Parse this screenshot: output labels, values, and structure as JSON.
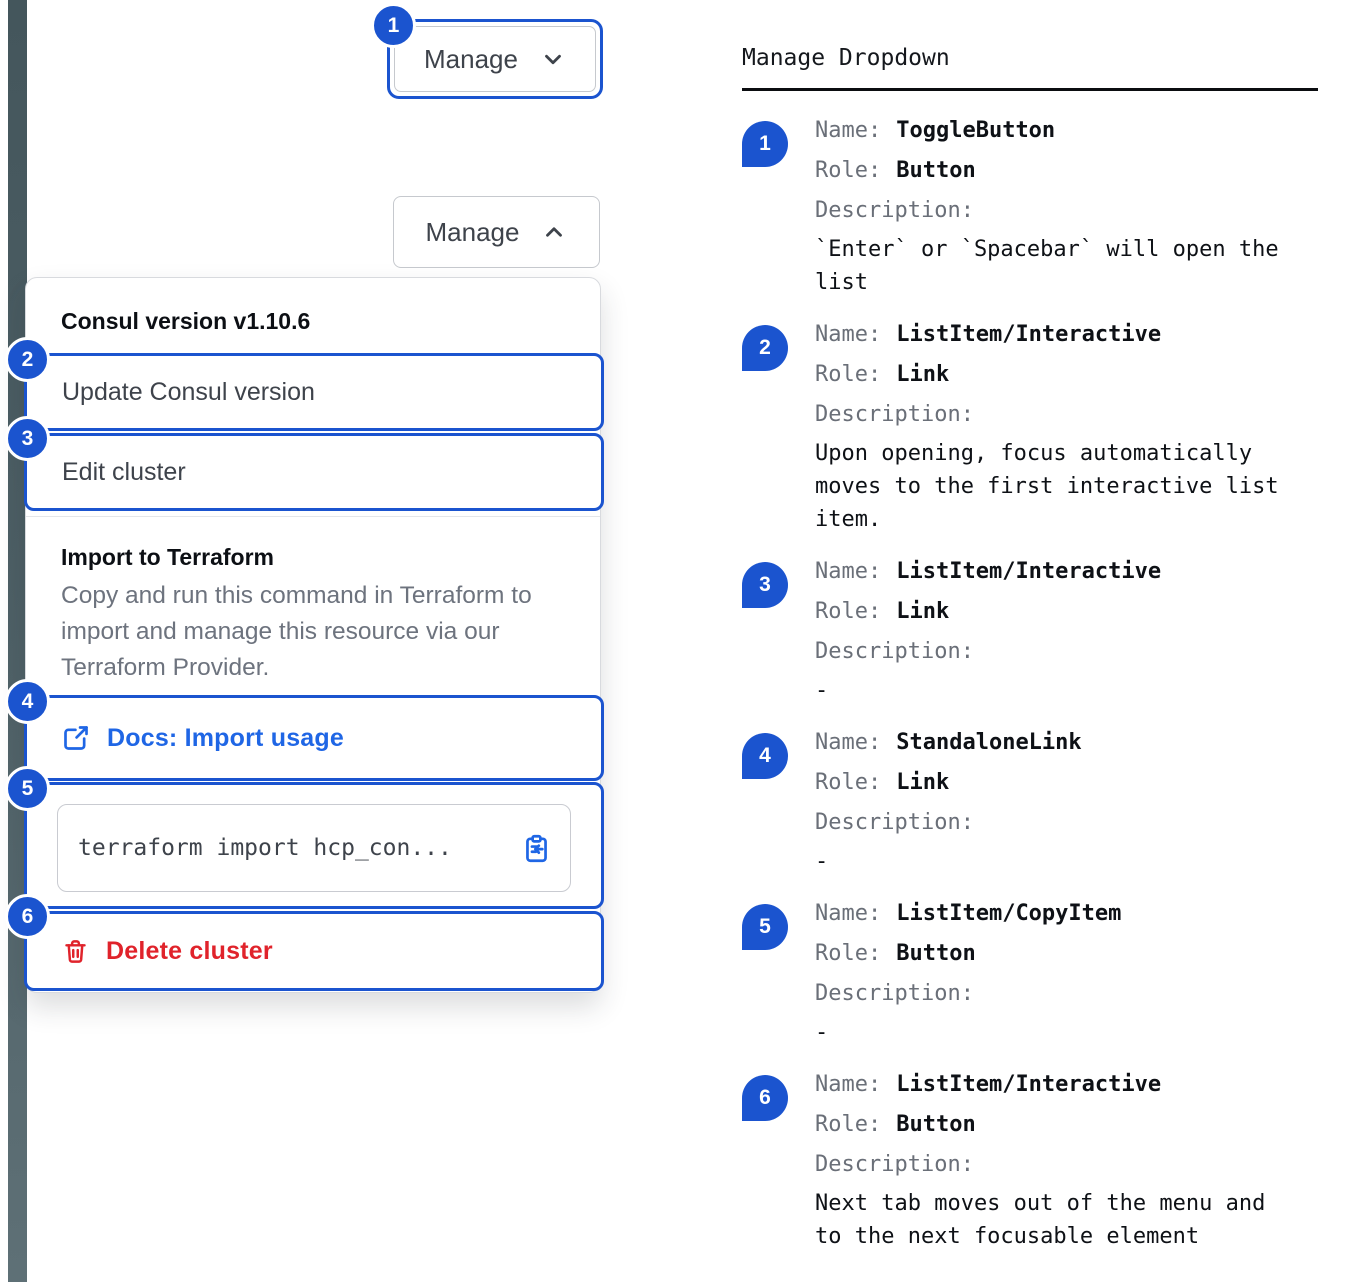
{
  "colors": {
    "blue": "#1b54cf",
    "link": "#1f66e5",
    "red": "#e0232b"
  },
  "icons": {
    "chevron_down": "⌄",
    "chevron_up": "⌃",
    "external_link": "↗",
    "copy_to_clipboard": "⧉",
    "trash": "🗑"
  },
  "dropdown_demo": {
    "toggle_closed": {
      "badge": "1",
      "label": "Manage"
    },
    "toggle_open": {
      "label": "Manage"
    },
    "menu": {
      "version_label": "Consul version v1.10.6",
      "update_item": {
        "badge": "2",
        "label": "Update Consul version"
      },
      "edit_item": {
        "badge": "3",
        "label": "Edit cluster"
      },
      "import_section": {
        "title": "Import to Terraform",
        "description": "Copy and run this command in Terraform to import and manage this resource via our Terraform Provider.",
        "docs_link": {
          "badge": "4",
          "label": "Docs: Import usage"
        },
        "code_item": {
          "badge": "5",
          "code": "terraform import hcp_con..."
        }
      },
      "delete_item": {
        "badge": "6",
        "label": "Delete cluster"
      }
    }
  },
  "spec": {
    "title": "Manage Dropdown",
    "name_label": "Name:",
    "role_label": "Role:",
    "description_label": "Description:",
    "items": [
      {
        "badge": "1",
        "name": "ToggleButton",
        "role": "Button",
        "description": "`Enter` or `Spacebar` will open the list"
      },
      {
        "badge": "2",
        "name": "ListItem/Interactive",
        "role": "Link",
        "description": "Upon opening, focus automatically moves to the first interactive list item."
      },
      {
        "badge": "3",
        "name": "ListItem/Interactive",
        "role": "Link",
        "description": "-"
      },
      {
        "badge": "4",
        "name": "StandaloneLink",
        "role": "Link",
        "description": "-"
      },
      {
        "badge": "5",
        "name": "ListItem/CopyItem",
        "role": "Button",
        "description": "-"
      },
      {
        "badge": "6",
        "name": "ListItem/Interactive",
        "role": "Button",
        "description": "Next tab moves out of the menu and to the next focusable element"
      }
    ]
  }
}
